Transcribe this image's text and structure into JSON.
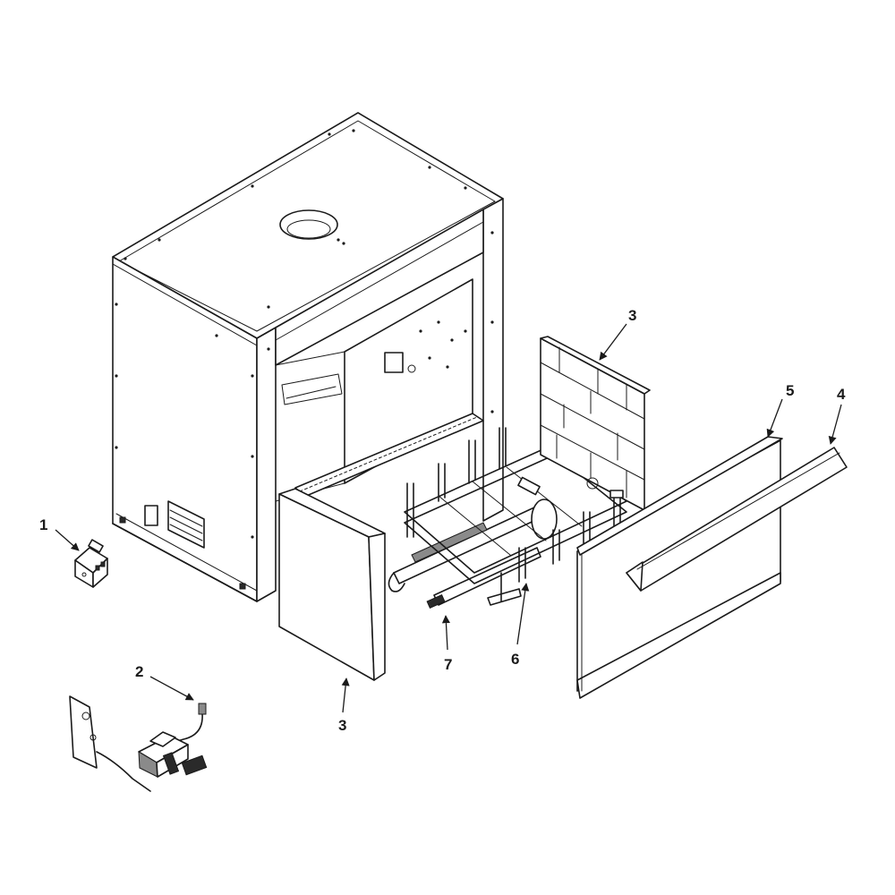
{
  "callouts": [
    {
      "id": "c1",
      "label": "1",
      "part": "junction-box"
    },
    {
      "id": "c2",
      "label": "2",
      "part": "gas-valve-assembly"
    },
    {
      "id": "c3a",
      "label": "3",
      "part": "left-side-refractory-panel"
    },
    {
      "id": "c3b",
      "label": "3",
      "part": "right-side-refractory-panel"
    },
    {
      "id": "c4",
      "label": "4",
      "part": "top-trim-angle"
    },
    {
      "id": "c5",
      "label": "5",
      "part": "rear-refractory-panel"
    },
    {
      "id": "c6",
      "label": "6",
      "part": "log-grate"
    },
    {
      "id": "c7",
      "label": "7",
      "part": "burner-tube"
    }
  ]
}
